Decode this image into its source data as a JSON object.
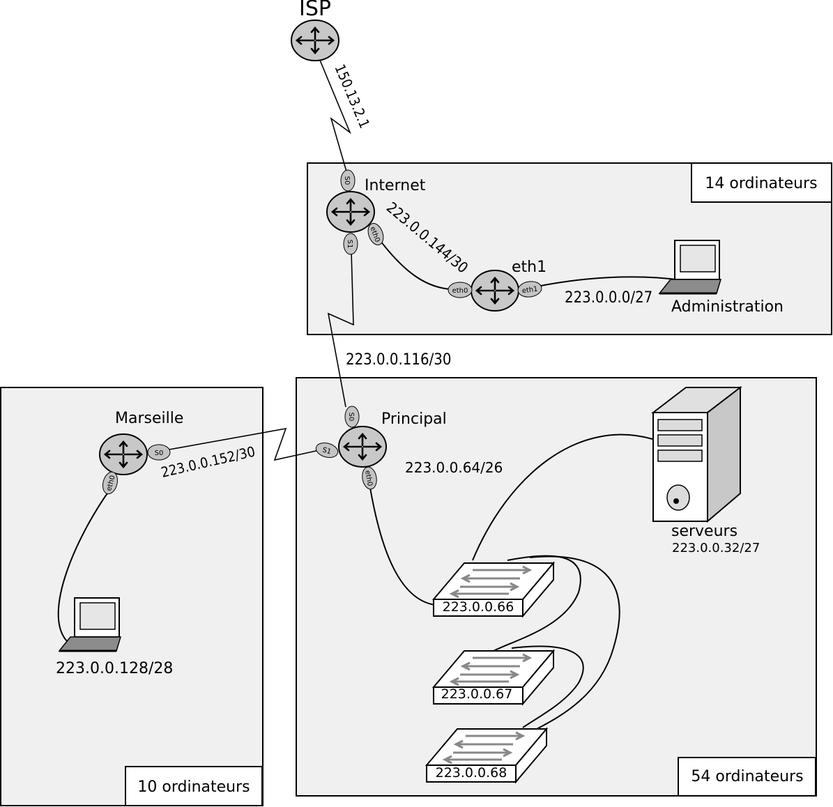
{
  "routers": {
    "isp": {
      "label": "ISP"
    },
    "internet": {
      "label": "Internet",
      "eth1_label": "eth1"
    },
    "principal": {
      "label": "Principal"
    },
    "marseille": {
      "label": "Marseille"
    }
  },
  "interfaces": {
    "s0": "S0",
    "s1": "S1",
    "eth0": "eth0",
    "eth1": "eth1"
  },
  "networks": {
    "isp_link": "150.13.2.1",
    "internet_lan": "223.0.0.144/30",
    "admin_lan": "223.0.0.0/27",
    "internet_principal": "223.0.0.116/30",
    "marseille_principal": "223.0.0.152/30",
    "principal_lan": "223.0.0.64/26",
    "servers": "223.0.0.32/27",
    "marseille_lan": "223.0.0.128/28"
  },
  "hosts": {
    "administration": "Administration",
    "serveurs": "serveurs"
  },
  "switches": [
    "223.0.0.66",
    "223.0.0.67",
    "223.0.0.68"
  ],
  "site_counts": {
    "internet": "14 ordinateurs",
    "principal": "54 ordinateurs",
    "marseille": "10 ordinateurs"
  },
  "colors": {
    "router": "#c8c8c8",
    "site_background": "#f0f0f0",
    "interface": "#c4c4c4"
  }
}
